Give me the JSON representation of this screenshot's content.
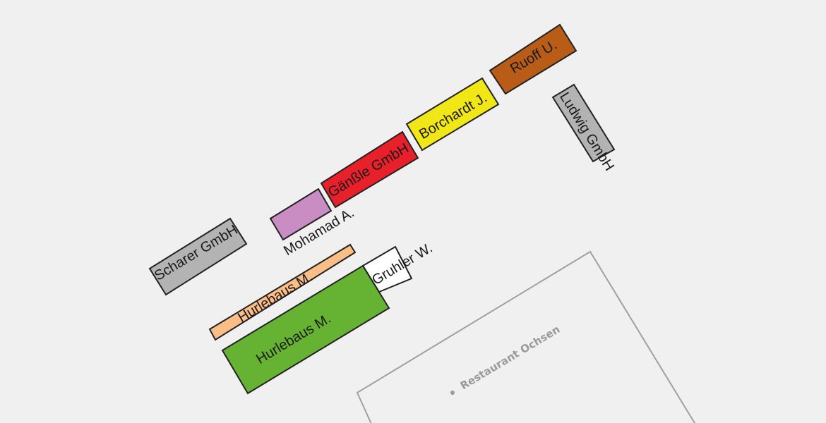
{
  "map": {
    "stalls": [
      {
        "id": "ruoff",
        "label": "Ruoff U.",
        "color": "#b85c17"
      },
      {
        "id": "borchardt",
        "label": "Borchardt J.",
        "color": "#f2e716"
      },
      {
        "id": "gaensle",
        "label": "Gänßle GmbH",
        "color": "#e8202a"
      },
      {
        "id": "mohamad",
        "label": "Mohamad A.",
        "color": "#c98cc3"
      },
      {
        "id": "ludwig",
        "label": "Ludwig GmbH",
        "color": "#b3b3b3"
      },
      {
        "id": "scharer",
        "label": "Scharer GmbH",
        "color": "#b3b3b3"
      },
      {
        "id": "hurlebaus-small",
        "label": "Hurlebaus M.",
        "color": "#fbbe86"
      },
      {
        "id": "gruhler",
        "label": "Gruhler W.",
        "color": "#ffffff"
      },
      {
        "id": "hurlebaus-large",
        "label": "Hurlebaus M.",
        "color": "#66b333"
      }
    ],
    "poi": {
      "label": "Restaurant Ochsen",
      "color": "#9a9a9a"
    },
    "building_outline_color": "#a0a0a0"
  }
}
